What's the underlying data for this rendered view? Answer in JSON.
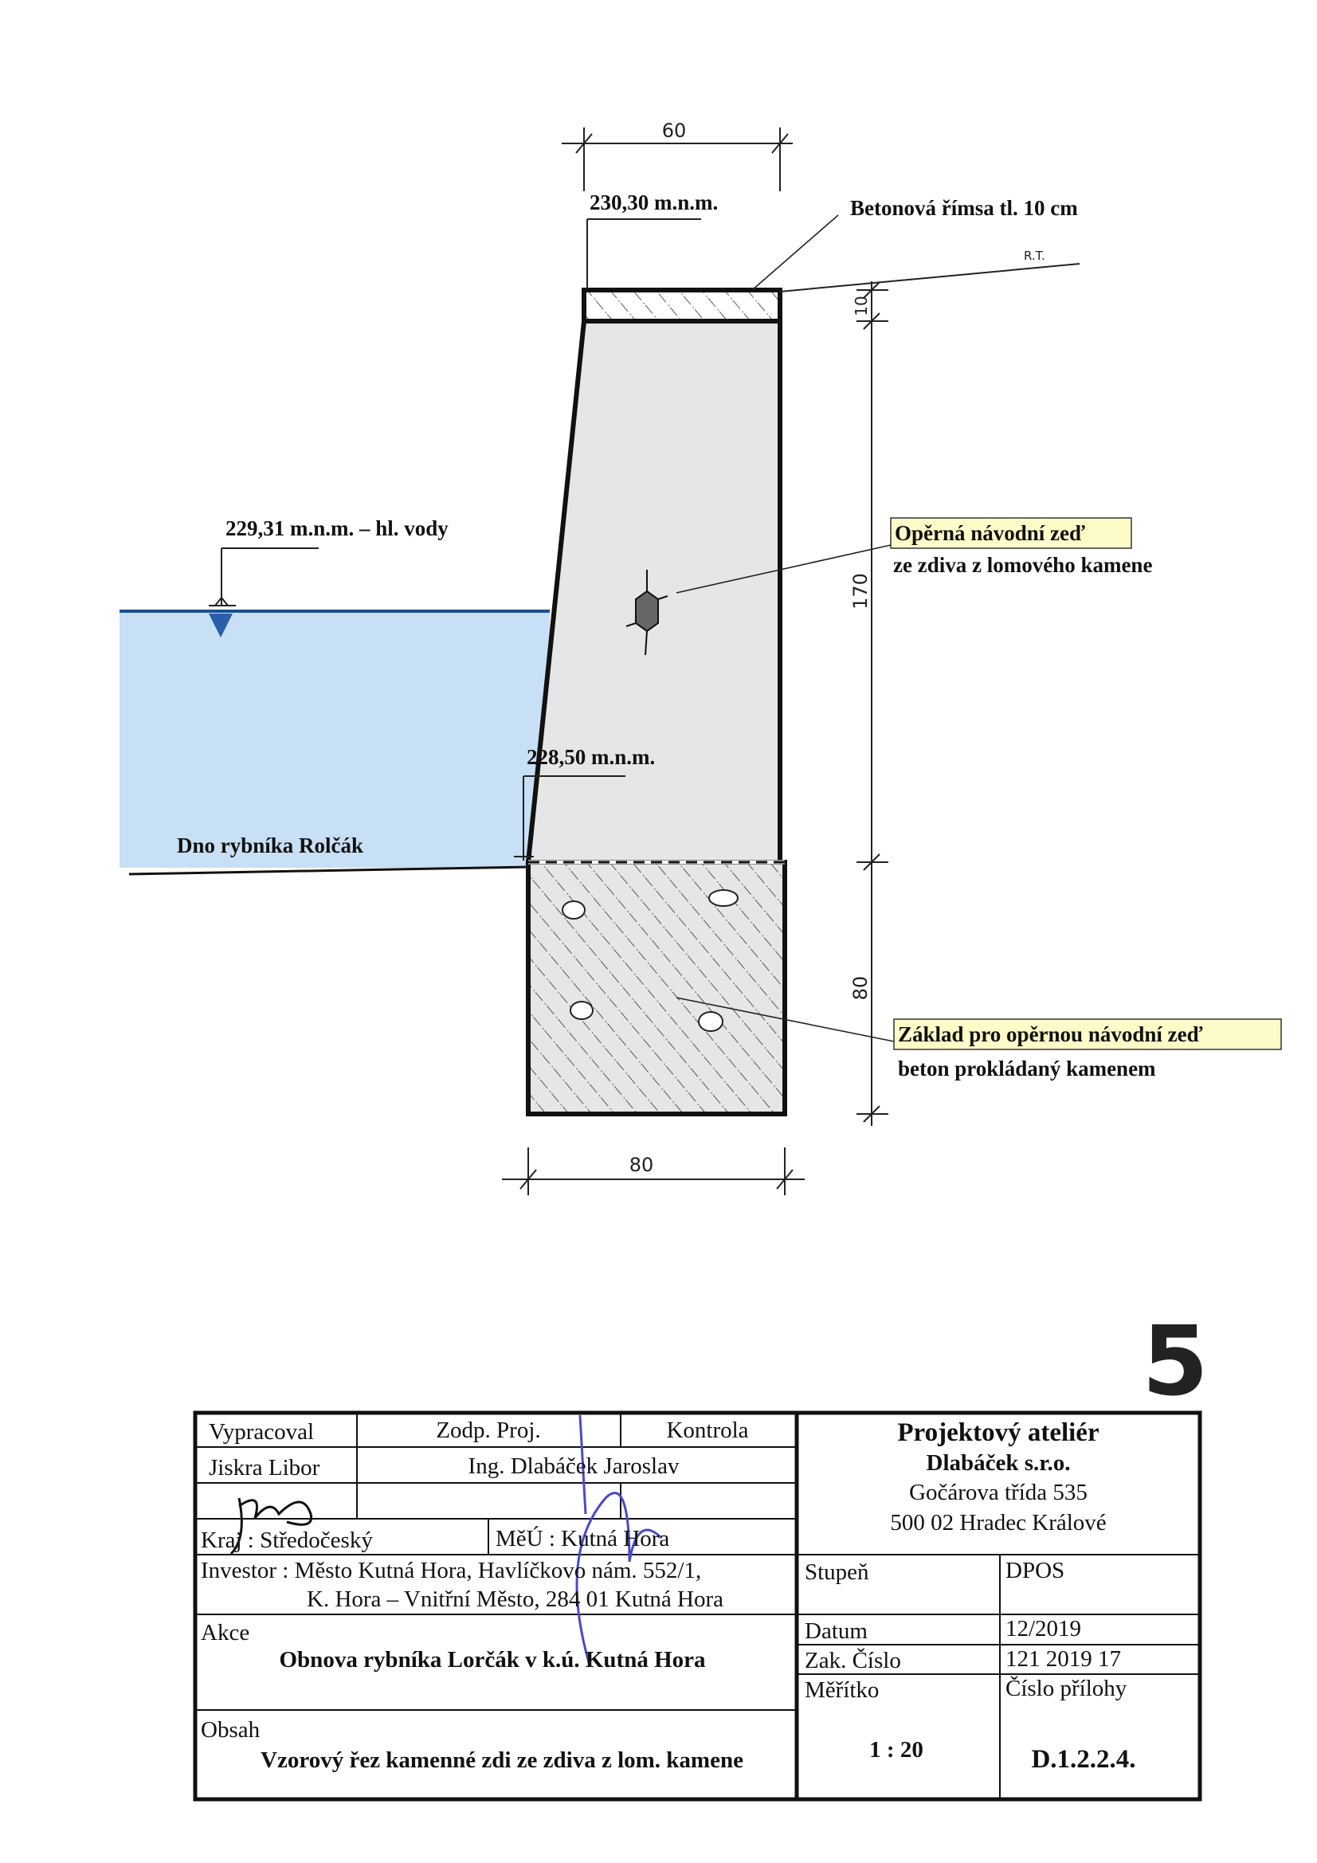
{
  "drawing": {
    "dim_top_width": "60",
    "dim_bottom_width": "80",
    "dim_cornice": "10",
    "dim_wall_height": "170",
    "dim_foundation_height": "80",
    "level_top": "230,30 m.n.m.",
    "level_water": "229,31 m.n.m. – hl. vody",
    "level_bottom": "228,50 m.n.m.",
    "cornice_label": "Betonová římsa tl. 10 cm",
    "terrain_label": "R.T.",
    "pond_bottom_label": "Dno rybníka Rolčák",
    "wall_label_1": "Opěrná návodní zeď",
    "wall_label_2": "ze zdiva z lomového kamene",
    "foundation_label_1": "Základ pro opěrnou návodní zeď",
    "foundation_label_2": "beton prokládaný kamenem",
    "highlight_color": "#fdfbc8",
    "water_color": "#bcd9f2"
  },
  "sheet_number": "5",
  "title_block": {
    "prepared_by_label": "Vypracoval",
    "responsible_label": "Zodp. Proj.",
    "check_label": "Kontrola",
    "prepared_by": "Jiskra Libor",
    "responsible": "Ing. Dlabáček Jaroslav",
    "region": "Kraj : Středočeský",
    "municipality": "MěÚ : Kutná Hora",
    "investor_1": "Investor : Město Kutná Hora, Havlíčkovo nám. 552/1,",
    "investor_2": "K. Hora – Vnitřní Město, 284 01 Kutná Hora",
    "action_label": "Akce",
    "action": "Obnova rybníka Lorčák v k.ú. Kutná Hora",
    "content_label": "Obsah",
    "content": "Vzorový řez kamenné zdi ze zdiva z lom. kamene",
    "firm_1": "Projektový ateliér",
    "firm_2": "Dlabáček s.r.o.",
    "firm_3": "Gočárova třída 535",
    "firm_4": "500 02 Hradec Králové",
    "stage_label": "Stupeň",
    "stage": "DPOS",
    "date_label": "Datum",
    "date": "12/2019",
    "order_label": "Zak. Číslo",
    "order": "121 2019 17",
    "scale_label": "Měřítko",
    "scale": "1 : 20",
    "annex_label": "Číslo přílohy",
    "annex": "D.1.2.2.4."
  }
}
